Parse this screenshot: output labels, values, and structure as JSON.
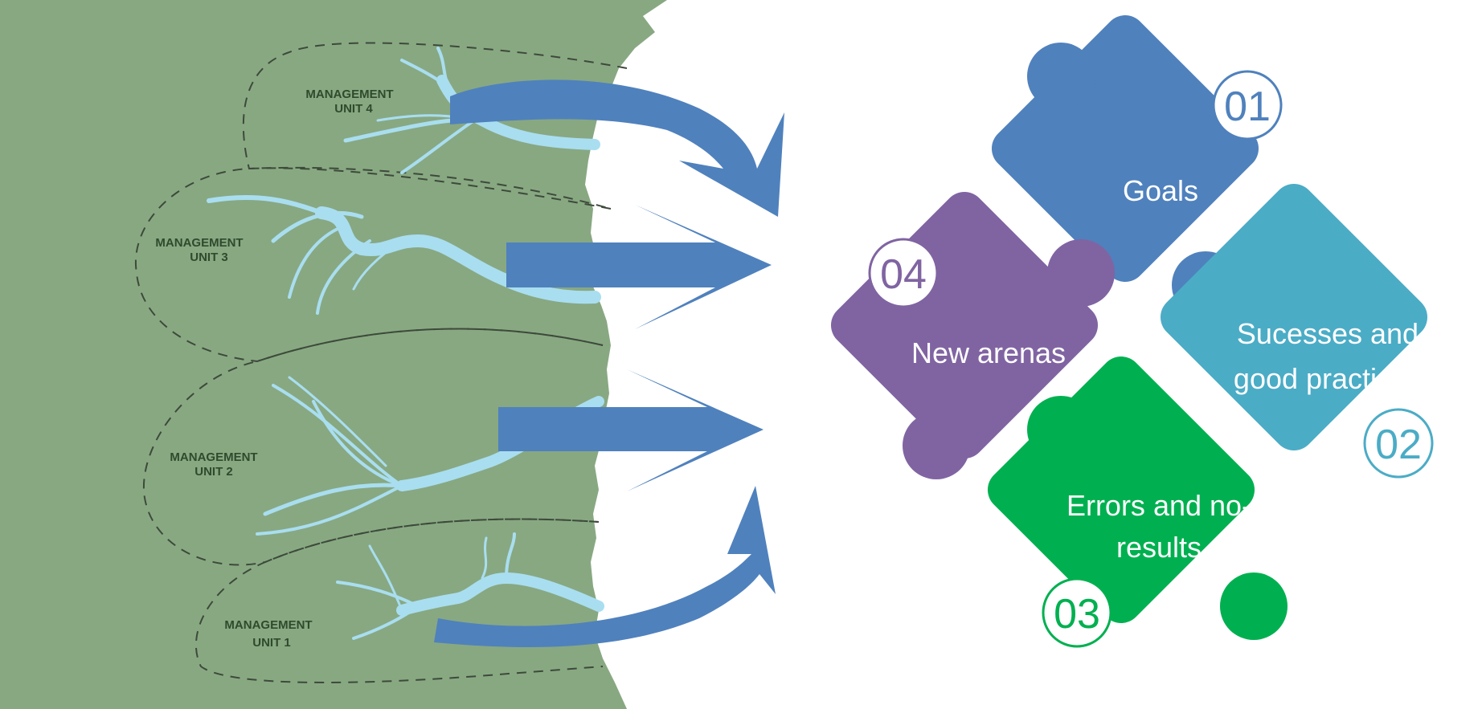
{
  "map": {
    "units": [
      {
        "line1": "MANAGEMENT",
        "line2": "UNIT 4"
      },
      {
        "line1": "MANAGEMENT",
        "line2": "UNIT 3"
      },
      {
        "line1": "MANAGEMENT",
        "line2": "UNIT 2"
      },
      {
        "line1": "MANAGEMENT",
        "line2": "UNIT 1"
      }
    ]
  },
  "pieces": [
    {
      "number": "01",
      "label_lines": [
        "Goals"
      ],
      "color": "#4f81bd",
      "icon": "puzzle-piece-icon"
    },
    {
      "number": "02",
      "label_lines": [
        "Sucesses and",
        "good practices"
      ],
      "color": "#4bacc6",
      "icon": "puzzle-piece-icon"
    },
    {
      "number": "03",
      "label_lines": [
        "Errors and no-",
        "results"
      ],
      "color": "#00b050",
      "icon": "puzzle-piece-icon"
    },
    {
      "number": "04",
      "label_lines": [
        "New arenas"
      ],
      "color": "#8064a2",
      "icon": "puzzle-piece-icon"
    }
  ],
  "colors": {
    "land": "#88a882",
    "river": "#a9def0",
    "arrow": "#4f81bd"
  }
}
